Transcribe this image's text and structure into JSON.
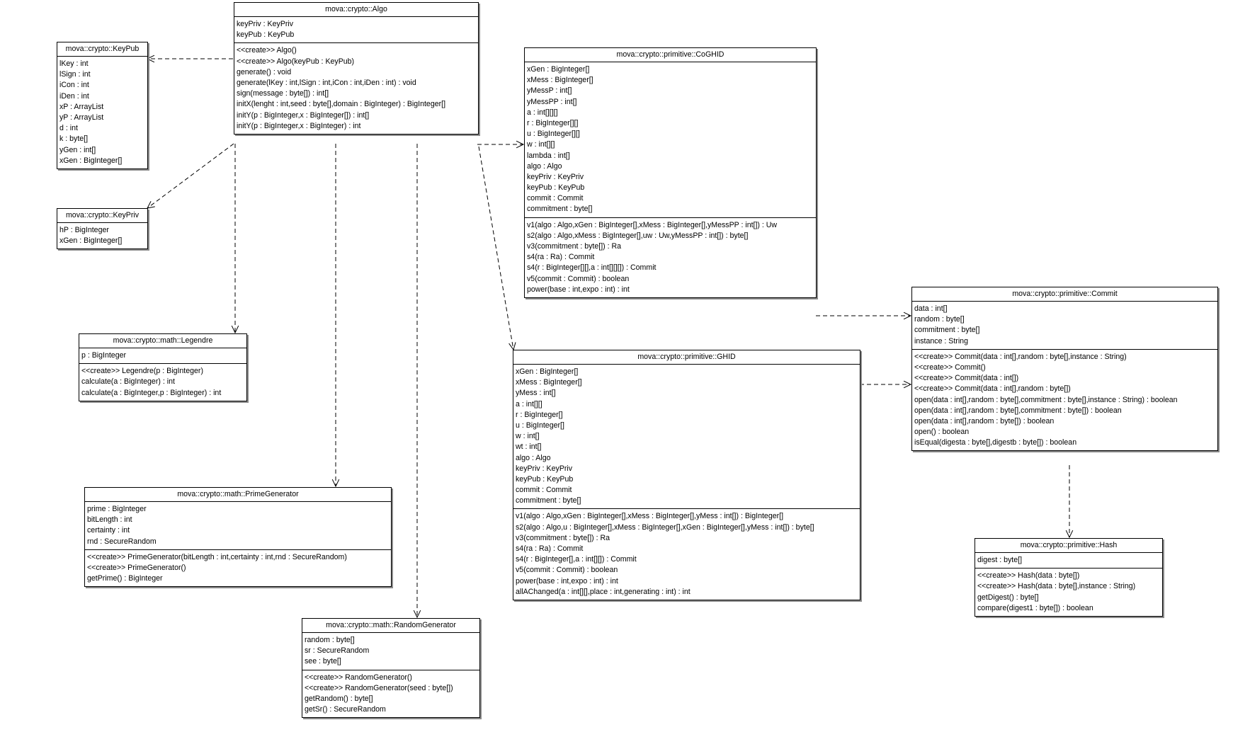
{
  "classes": [
    {
      "id": "algo",
      "name": "mova::crypto::Algo",
      "attributes": [
        "keyPriv : KeyPriv",
        "keyPub : KeyPub"
      ],
      "operations": [
        "<<create>> Algo()",
        "<<create>> Algo(keyPub : KeyPub)",
        "generate() : void",
        "generate(lKey : int,lSign : int,iCon : int,iDen : int) : void",
        "sign(message : byte[]) : int[]",
        "initX(lenght : int,seed : byte[],domain : BigInteger) : BigInteger[]",
        "initY(p : BigInteger,x : BigInteger[]) : int[]",
        "initY(p : BigInteger,x : BigInteger) : int"
      ]
    },
    {
      "id": "keypub",
      "name": "mova::crypto::KeyPub",
      "attributes": [
        "lKey : int",
        "lSign : int",
        "iCon : int",
        "iDen : int",
        "xP : ArrayList",
        "yP : ArrayList",
        "d : int",
        "k : byte[]",
        "yGen : int[]",
        "xGen : BigInteger[]"
      ],
      "operations": []
    },
    {
      "id": "keypriv",
      "name": "mova::crypto::KeyPriv",
      "attributes": [
        "hP : BigInteger",
        "xGen : BigInteger[]"
      ],
      "operations": []
    },
    {
      "id": "legendre",
      "name": "mova::crypto::math::Legendre",
      "attributes": [
        "p : BigInteger"
      ],
      "operations": [
        "<<create>> Legendre(p : BigInteger)",
        "calculate(a : BigInteger) : int",
        "calculate(a : BigInteger,p : BigInteger) : int"
      ]
    },
    {
      "id": "primegen",
      "name": "mova::crypto::math::PrimeGenerator",
      "attributes": [
        "prime : BigInteger",
        "bitLength : int",
        "certainty : int",
        "rnd : SecureRandom"
      ],
      "operations": [
        "<<create>> PrimeGenerator(bitLength : int,certainty : int,rnd : SecureRandom)",
        "<<create>> PrimeGenerator()",
        "getPrime() : BigInteger"
      ]
    },
    {
      "id": "randomgen",
      "name": "mova::crypto::math::RandomGenerator",
      "attributes": [
        "random : byte[]",
        "sr : SecureRandom",
        "see : byte[]"
      ],
      "operations": [
        "<<create>> RandomGenerator()",
        "<<create>> RandomGenerator(seed : byte[])",
        "getRandom() : byte[]",
        "getSr() : SecureRandom"
      ]
    },
    {
      "id": "coghid",
      "name": "mova::crypto::primitive::CoGHID",
      "attributes": [
        "xGen : BigInteger[]",
        "xMess : BigInteger[]",
        "yMessP : int[]",
        "yMessPP : int[]",
        "a : int[][][]",
        "r : BigInteger[][]",
        "u : BigInteger[][]",
        "w : int[][]",
        "lambda : int[]",
        "algo : Algo",
        "keyPriv : KeyPriv",
        "keyPub : KeyPub",
        "commit : Commit",
        "commitment : byte[]"
      ],
      "operations": [
        "v1(algo : Algo,xGen : BigInteger[],xMess : BigInteger[],yMessPP : int[]) : Uw",
        "s2(algo : Algo,xMess : BigInteger[],uw : Uw,yMessPP : int[]) : byte[]",
        "v3(commitment : byte[]) : Ra",
        "s4(ra : Ra) : Commit",
        "s4(r : BigInteger[][],a : int[][][]) : Commit",
        "v5(commit : Commit) : boolean",
        "power(base : int,expo : int) : int"
      ]
    },
    {
      "id": "ghid",
      "name": "mova::crypto::primitive::GHID",
      "attributes": [
        "xGen : BigInteger[]",
        "xMess : BigInteger[]",
        "yMess : int[]",
        "a : int[][]",
        "r : BigInteger[]",
        "u : BigInteger[]",
        "w : int[]",
        "wt : int[]",
        "algo : Algo",
        "keyPriv : KeyPriv",
        "keyPub : KeyPub",
        "commit : Commit",
        "commitment : byte[]"
      ],
      "operations": [
        "v1(algo : Algo,xGen : BigInteger[],xMess : BigInteger[],yMess : int[]) : BigInteger[]",
        "s2(algo : Algo,u : BigInteger[],xMess : BigInteger[],xGen : BigInteger[],yMess : int[]) : byte[]",
        "v3(commitment : byte[]) : Ra",
        "s4(ra : Ra) : Commit",
        "s4(r : BigInteger[],a : int[][]) : Commit",
        "v5(commit : Commit) : boolean",
        "power(base : int,expo : int) : int",
        "allAChanged(a : int[][],place : int,generating : int) : int"
      ]
    },
    {
      "id": "commit",
      "name": "mova::crypto::primitive::Commit",
      "attributes": [
        "data : int[]",
        "random : byte[]",
        "commitment : byte[]",
        "instance : String"
      ],
      "operations": [
        "<<create>> Commit(data : int[],random : byte[],instance : String)",
        "<<create>> Commit()",
        "<<create>> Commit(data : int[])",
        "<<create>> Commit(data : int[],random : byte[])",
        "open(data : int[],random : byte[],commitment : byte[],instance : String) : boolean",
        "open(data : int[],random : byte[],commitment : byte[]) : boolean",
        "open(data : int[],random : byte[]) : boolean",
        "open() : boolean",
        "isEqual(digesta : byte[],digestb : byte[]) : boolean"
      ]
    },
    {
      "id": "hash",
      "name": "mova::crypto::primitive::Hash",
      "attributes": [
        "digest : byte[]"
      ],
      "operations": [
        "<<create>> Hash(data : byte[])",
        "<<create>> Hash(data : byte[],instance : String)",
        "getDigest() : byte[]",
        "compare(digest1 : byte[]) : boolean"
      ]
    }
  ],
  "dependencies": [
    {
      "from": "algo",
      "to": "keypub"
    },
    {
      "from": "algo",
      "to": "keypriv"
    },
    {
      "from": "algo",
      "to": "legendre"
    },
    {
      "from": "algo",
      "to": "primegen"
    },
    {
      "from": "algo",
      "to": "randomgen"
    },
    {
      "from": "algo",
      "to": "coghid"
    },
    {
      "from": "algo",
      "to": "ghid"
    },
    {
      "from": "coghid",
      "to": "commit"
    },
    {
      "from": "ghid",
      "to": "commit"
    },
    {
      "from": "commit",
      "to": "hash"
    }
  ]
}
